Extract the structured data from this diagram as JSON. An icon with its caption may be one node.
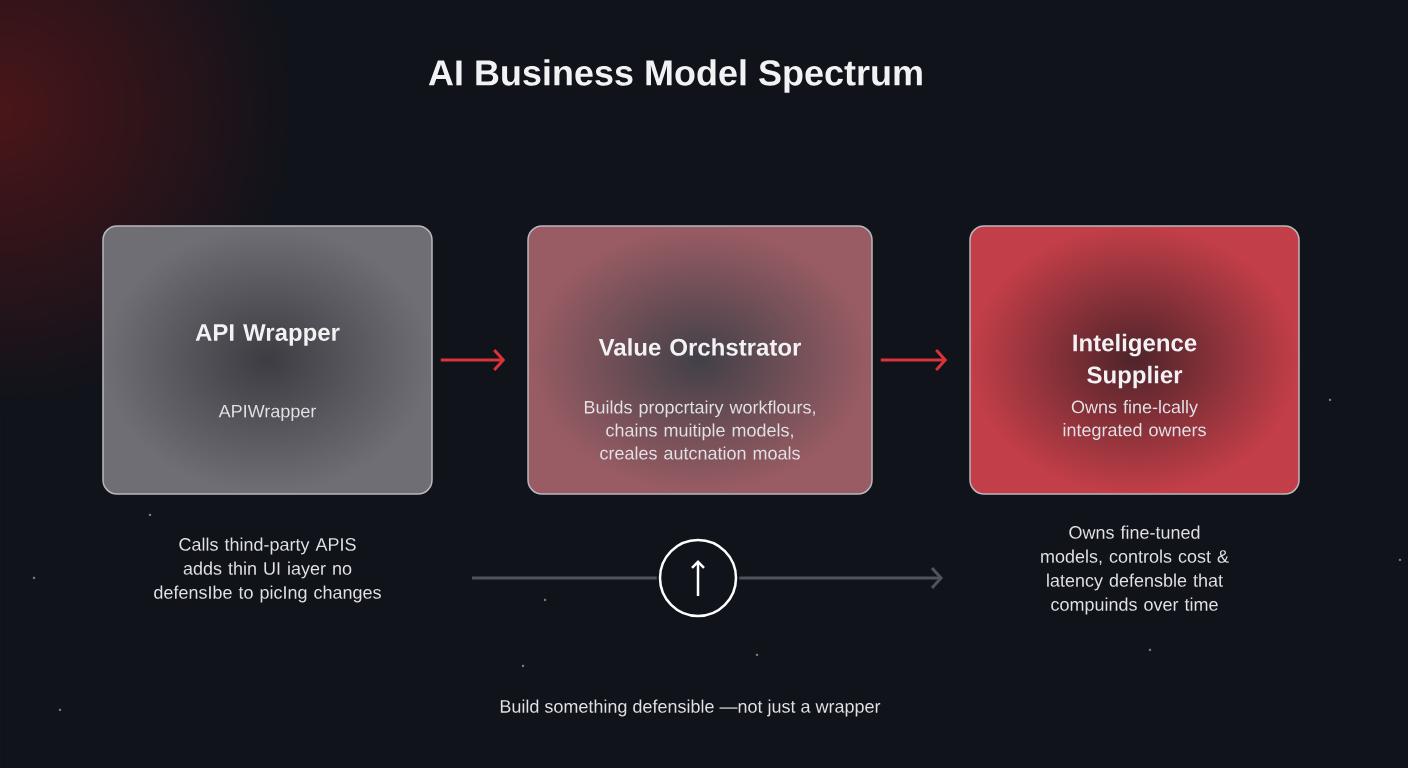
{
  "diagram": {
    "title": "AI Business Model Spectrum",
    "caption": "Build something defensible —not just a wrapper",
    "nodes": [
      {
        "text": [
          "API Wrapper",
          "APIWrapper"
        ],
        "beside": [
          "Calls thind-party APIS adds thin UI iayer no defensIbe to picIng changes"
        ]
      },
      {
        "text": [
          "Value Orchstrator",
          "Builds propcrtairy workflours, chains muitiple models, creales autcnation moals"
        ]
      },
      {
        "text": [
          "Inteligence Supplier",
          "Owns fine-lcally integrated owners"
        ],
        "beside": [
          "Owns fine-tuned models, controls cost & latency defensble that compuinds over time"
        ]
      },
      {
        "text": [],
        "shape": "circle"
      }
    ],
    "edges": [
      {
        "from": 0,
        "to": 1,
        "arrow": "to",
        "color": "#d8343a"
      },
      {
        "from": 1,
        "to": 2,
        "arrow": "to",
        "color": "#d8343a"
      },
      {
        "from": null,
        "to": 3,
        "arrow": "none",
        "color": "#50535b"
      },
      {
        "from": 3,
        "to": null,
        "arrow": "to",
        "color": "#50535b"
      }
    ]
  }
}
